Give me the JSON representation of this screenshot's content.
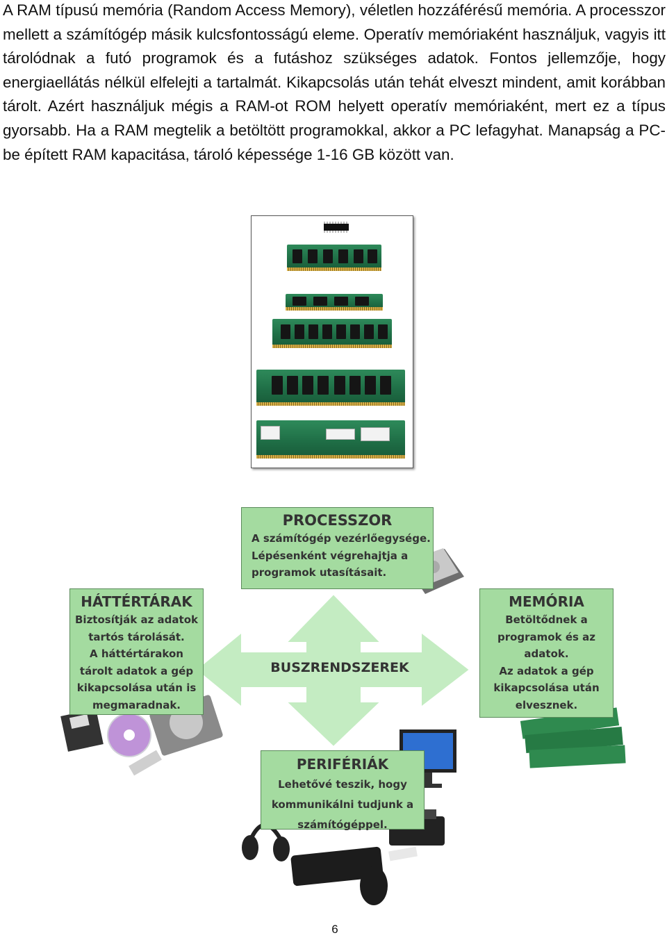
{
  "paragraph": "A RAM típusú memória (Random Access Memory), véletlen hozzáférésű memória. A processzor mellett a számítógép másik kulcsfontosságú eleme. Operatív memóriaként használjuk, vagyis itt tárolódnak a futó programok és a futáshoz szükséges adatok. Fontos jellemzője, hogy energiaellátás nélkül elfelejti a tartalmát. Kikapcsolás után tehát elveszt mindent, amit korábban tárolt. Azért használjuk mégis a RAM-ot ROM helyett operatív memóriaként, mert ez a típus gyorsabb. Ha a RAM megtelik a betöltött programokkal, akkor a PC lefagyhat. Manapság a PC-be épített RAM kapacitása, tároló képessége 1-16 GB között van.",
  "diagram": {
    "processor": {
      "title": "PROCESSZOR",
      "lines": [
        "A számítógép vezérlőegysége.",
        "Lépésenként végrehajtja a",
        "programok utasításait."
      ]
    },
    "storage": {
      "title": "HÁTTÉRTÁRAK",
      "lines": [
        "Biztosítják az adatok",
        "tartós tárolását.",
        "A háttértárakon",
        "tárolt adatok a gép",
        "kikapcsolása után is",
        "megmaradnak."
      ]
    },
    "memory": {
      "title": "MEMÓRIA",
      "lines": [
        "Betöltődnek a",
        "programok és az",
        "adatok.",
        "Az adatok a gép",
        "kikapcsolása után",
        "elvesznek."
      ]
    },
    "peripherals": {
      "title": "PERIFÉRIÁK",
      "lines": [
        "Lehetővé teszik, hogy",
        "kommunikálni tudjunk a",
        "számítógéppel."
      ]
    },
    "bus": "BUSZRENDSZEREK",
    "colors": {
      "box": "#a4dba0",
      "arrow": "#c4ecc2"
    }
  },
  "page_number": "6"
}
